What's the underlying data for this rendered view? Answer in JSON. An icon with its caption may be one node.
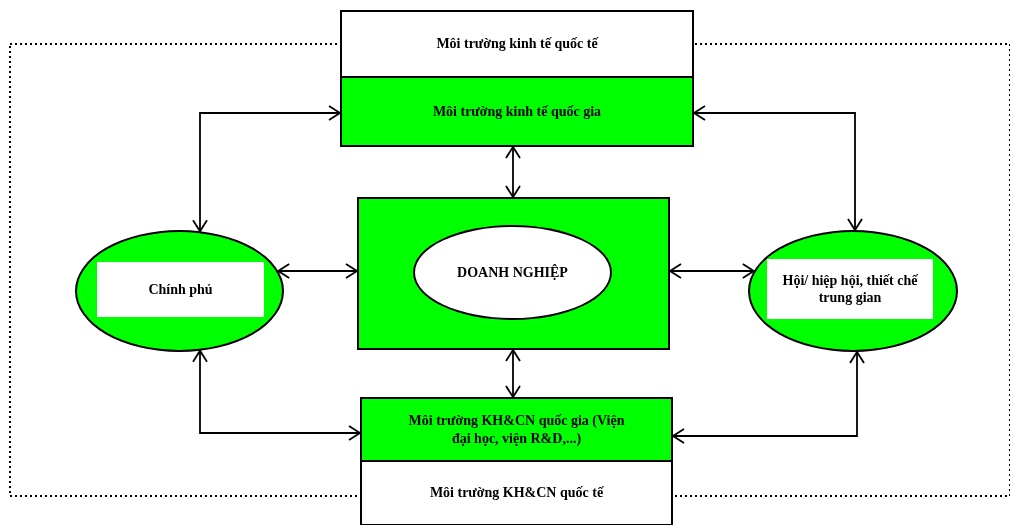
{
  "diagram": {
    "nodes": [
      {
        "text": [
          "Môi trường kinh tế quốc tế"
        ]
      },
      {
        "text": [
          "Môi trường kinh tế quốc gia"
        ]
      },
      {
        "text": [],
        "shape": "box"
      },
      {
        "text": [
          "DOANH NGHIỆP"
        ],
        "in": 2
      },
      {
        "text": [
          "Chính phủ"
        ]
      },
      {
        "text": [
          "Hội/ hiệp hội, thiết chế trung gian"
        ]
      },
      {
        "text": [
          "Môi trường KH&CN quốc gia (Viện đại học, viện R&D,...)"
        ]
      },
      {
        "text": [
          "Môi trường KH&CN quốc tế"
        ]
      }
    ],
    "edges": [
      {
        "from": 1,
        "to": 2,
        "arrow": "both"
      },
      {
        "from": 2,
        "to": 6,
        "arrow": "both"
      },
      {
        "from": 4,
        "to": 2,
        "arrow": "both"
      },
      {
        "from": 2,
        "to": 5,
        "arrow": "both"
      },
      {
        "from": 4,
        "to": 1,
        "arrow": "both"
      },
      {
        "from": 5,
        "to": 1,
        "arrow": "both"
      },
      {
        "from": 4,
        "to": 6,
        "arrow": "both"
      },
      {
        "from": 5,
        "to": 6,
        "arrow": "both"
      }
    ]
  }
}
